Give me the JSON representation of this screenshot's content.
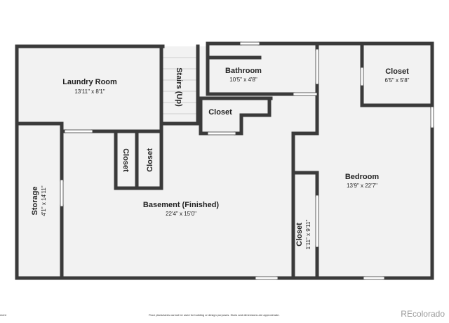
{
  "rooms": {
    "laundry": {
      "name": "Laundry Room",
      "dims": "13'11\" x 8'1\""
    },
    "stairs": {
      "name": "Stairs (Up)"
    },
    "bathroom": {
      "name": "Bathroom",
      "dims": "10'5\" x 4'8\""
    },
    "closet_top_right": {
      "name": "Closet",
      "dims": "6'5\" x 5'8\""
    },
    "closet_mid": {
      "name": "Closet"
    },
    "closet_small_left": {
      "name": "Closet"
    },
    "closet_small_right": {
      "name": "Closet"
    },
    "storage": {
      "name": "Storage",
      "dims": "4'1\" x 14'11\""
    },
    "basement": {
      "name": "Basement (Finished)",
      "dims": "22'4\" x 15'0\""
    },
    "bedroom": {
      "name": "Bedroom",
      "dims": "13'9\" x 22'7\""
    },
    "closet_bedroom": {
      "name": "Closet",
      "dims": "1'11\" x 9'11\""
    }
  },
  "footer": {
    "left_fragment": "ment",
    "disclaimer": "Floor plans/sizes cannot be used for building or design purposes. Sizes and dimensions are approximate.",
    "brand": "REcolorado"
  },
  "colors": {
    "wall": "#3a3a3a",
    "floor": "#f2f2f2",
    "door": "#ffffff"
  }
}
